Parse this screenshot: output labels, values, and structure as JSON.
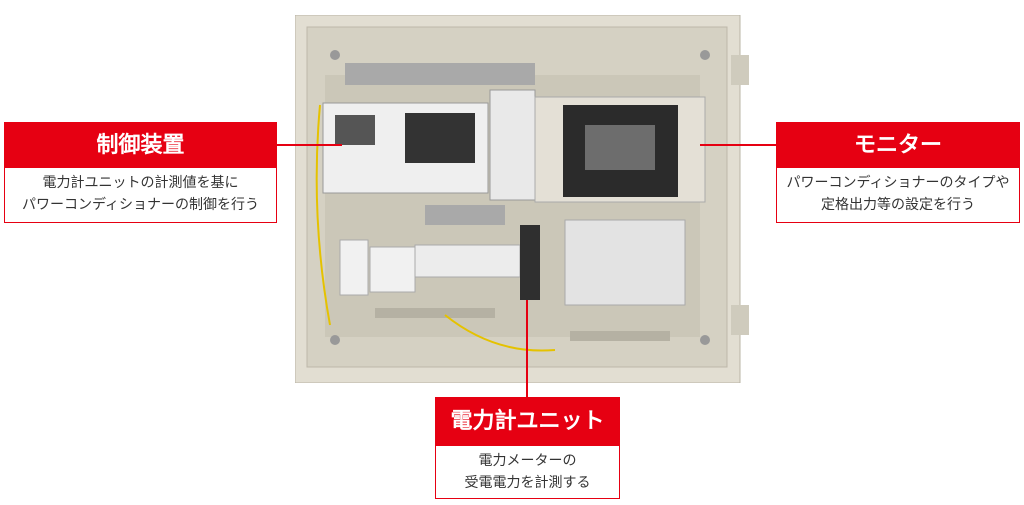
{
  "callouts": {
    "control": {
      "title": "制御装置",
      "lines": [
        "電力計ユニットの計測値を基に",
        "パワーコンディショナーの制御を行う"
      ]
    },
    "monitor": {
      "title": "モニター",
      "lines": [
        "パワーコンディショナーのタイプや",
        "定格出力等の設定を行う"
      ]
    },
    "meter": {
      "title": "電力計ユニット",
      "lines": [
        "電力メーターの",
        "受電電力を計測する"
      ]
    }
  },
  "colors": {
    "accent": "#e60012",
    "cabinet": "#d8d4c6"
  }
}
